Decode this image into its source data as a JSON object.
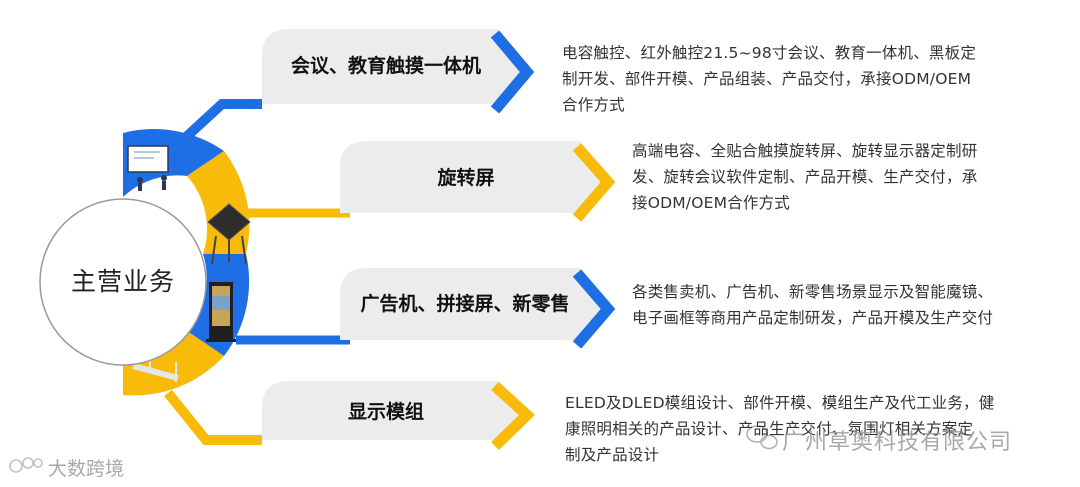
{
  "center": {
    "title": "主营业务"
  },
  "colors": {
    "blue": "#1e6fe6",
    "yellow": "#f8bb0a",
    "grey_tab": "#ececec"
  },
  "branches": [
    {
      "label": "会议、教育触摸一体机",
      "color": "blue",
      "description": [
        "电容触控、红外触控21.5~98寸会议、教育一体机、黑板定",
        "制开发、部件开模、产品组装、产品交付，承接ODM/OEM",
        "合作方式"
      ]
    },
    {
      "label": "旋转屏",
      "color": "yellow",
      "description": [
        "高端电容、全贴合触摸旋转屏、旋转显示器定制研",
        "发、旋转会议软件定制、产品开模、生产交付，承",
        "接ODM/OEM合作方式"
      ]
    },
    {
      "label": "广告机、拼接屏、新零售",
      "color": "blue",
      "description": [
        "各类售卖机、广告机、新零售场景显示及智能魔镜、",
        "电子画框等商用产品定制研发，产品开模及生产交付"
      ]
    },
    {
      "label": "显示模组",
      "color": "yellow",
      "description": [
        "ELED及DLED模组设计、部件开模、模组生产及代工业务，健",
        "康照明相关的产品设计、产品生产交付、氛围灯相关方案定",
        "制及产品设计"
      ]
    }
  ],
  "watermarks": {
    "left": "大数跨境",
    "right": "广州草奥科技有限公司"
  }
}
